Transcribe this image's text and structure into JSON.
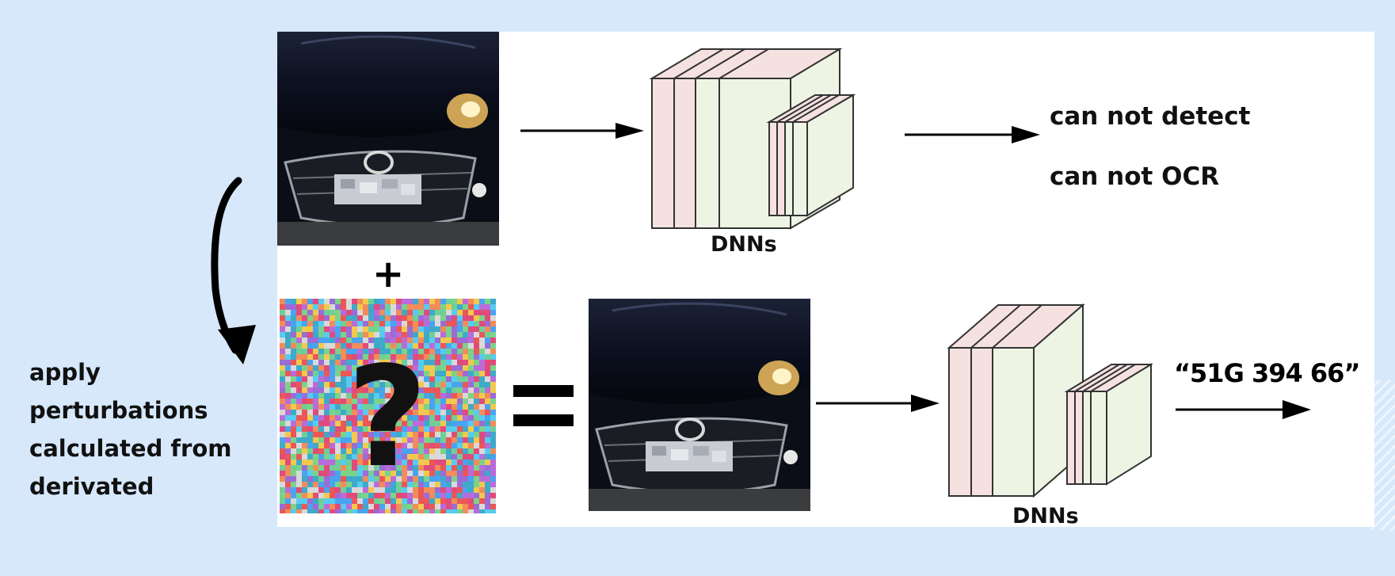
{
  "diagram": {
    "top_row": {
      "network_label": "DNNs",
      "outputs": [
        "can not detect",
        "can not OCR"
      ]
    },
    "bottom_row": {
      "network_label": "DNNs",
      "plus_symbol": "+",
      "noise_symbol": "?",
      "plate_output": "“51G 394 66”"
    },
    "side_caption": [
      "apply",
      "perturbations",
      "calculated from",
      "derivated"
    ]
  },
  "colors": {
    "background": "#d7e8fb",
    "panel": "#ffffff",
    "layer_pink": "#f6e1e1",
    "layer_green": "#eef4e4",
    "car_dark": "#0a0d14"
  },
  "icons": [
    "car-photo",
    "noise-image",
    "neural-network-layers",
    "arrow-right",
    "curved-arrow-down",
    "plus-sign",
    "equals-sign"
  ]
}
